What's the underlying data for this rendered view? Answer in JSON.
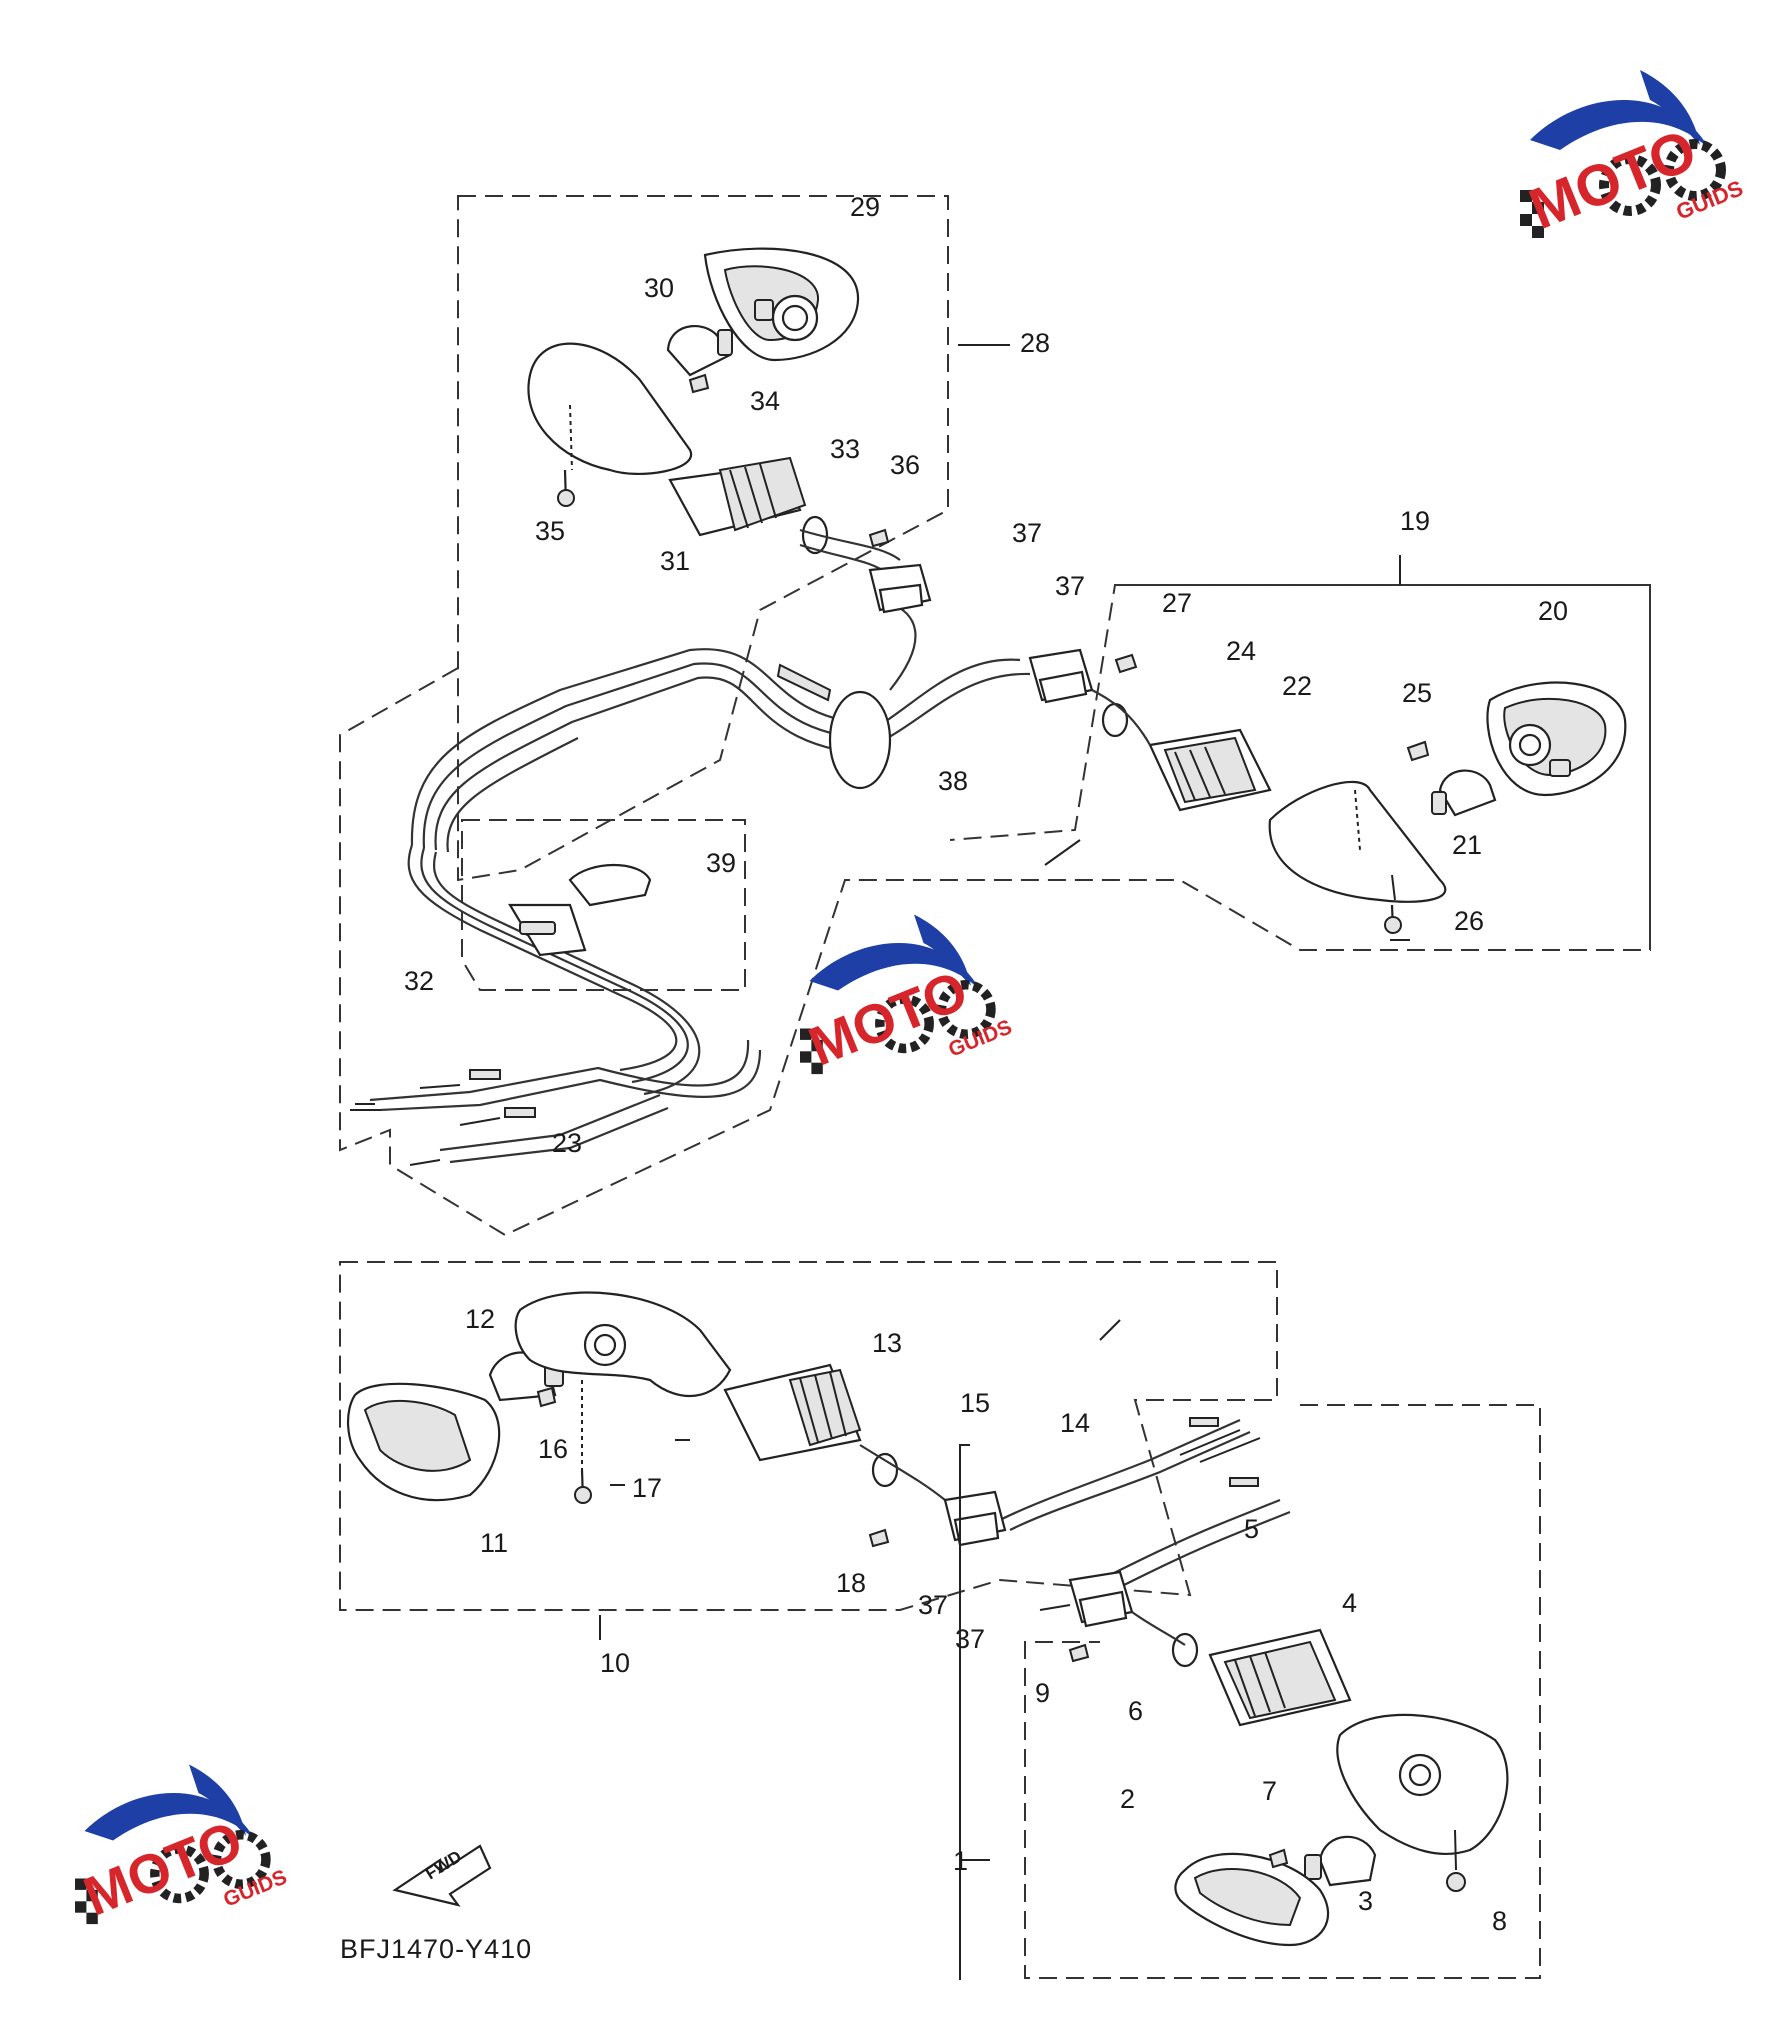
{
  "diagram": {
    "code": "BFJ1470-Y410",
    "direction_label": "FWD",
    "callouts": [
      "1",
      "2",
      "3",
      "4",
      "5",
      "6",
      "7",
      "8",
      "9",
      "10",
      "11",
      "12",
      "13",
      "14",
      "15",
      "16",
      "17",
      "18",
      "19",
      "20",
      "21",
      "22",
      "23",
      "24",
      "25",
      "26",
      "27",
      "28",
      "29",
      "30",
      "31",
      "32",
      "33",
      "34",
      "35",
      "36",
      "37",
      "38",
      "39"
    ]
  },
  "watermark": {
    "brand_main": "MOTO",
    "brand_sub": "GUIDS",
    "colors": {
      "red": "#d7262b",
      "blue": "#1d3fa6",
      "dark": "#222222"
    }
  }
}
